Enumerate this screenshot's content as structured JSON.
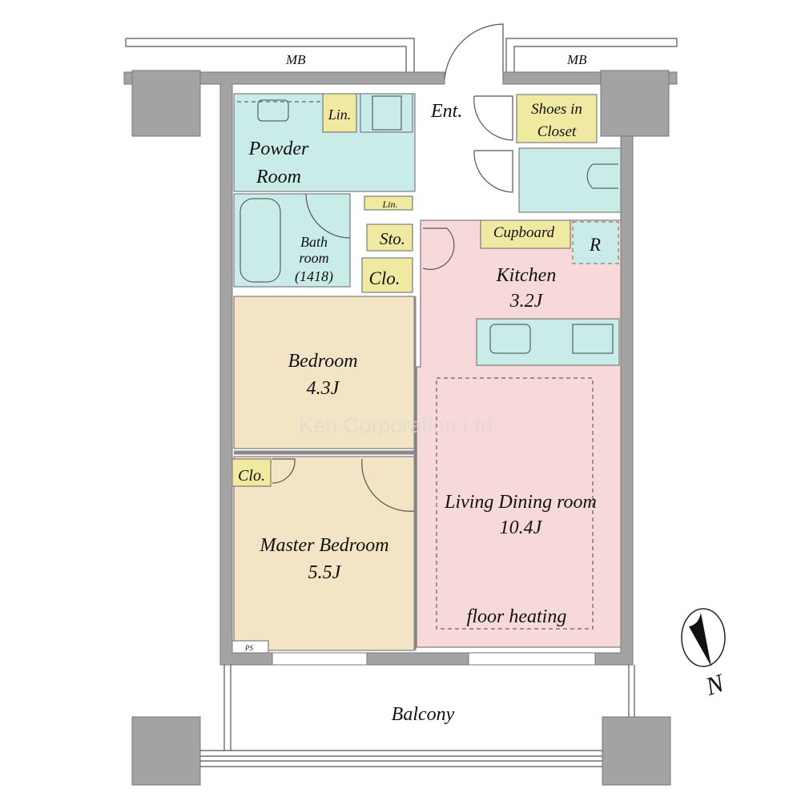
{
  "floorplan": {
    "meter_box_left": "MB",
    "meter_box_right": "MB",
    "entrance": "Ent.",
    "shoes_closet_line1": "Shoes in",
    "shoes_closet_line2": "Closet",
    "powder_room_line1": "Powder",
    "powder_room_line2": "Room",
    "linen_upper": "Lin.",
    "linen_lower": "Lin.",
    "bath_line1": "Bath",
    "bath_line2": "room",
    "bath_line3": "(1418)",
    "storage": "Sto.",
    "closet_bedroom": "Clo.",
    "closet_master": "Clo.",
    "cupboard": "Cupboard",
    "refrigerator": "R",
    "kitchen_name": "Kitchen",
    "kitchen_size": "3.2J",
    "bedroom_name": "Bedroom",
    "bedroom_size": "4.3J",
    "master_name": "Master Bedroom",
    "master_size": "5.5J",
    "living_name": "Living Dining room",
    "living_size": "10.4J",
    "floor_heating": "floor heating",
    "pipe_space": "PS",
    "balcony": "Balcony",
    "north": "N",
    "watermark": "Ken Corporation Ltd."
  },
  "colors": {
    "wet_area": "#c9ece8",
    "storage": "#efe9a2",
    "bedroom": "#f2e4c4",
    "living": "#f8d9d9",
    "wall": "#a3a3a3"
  }
}
